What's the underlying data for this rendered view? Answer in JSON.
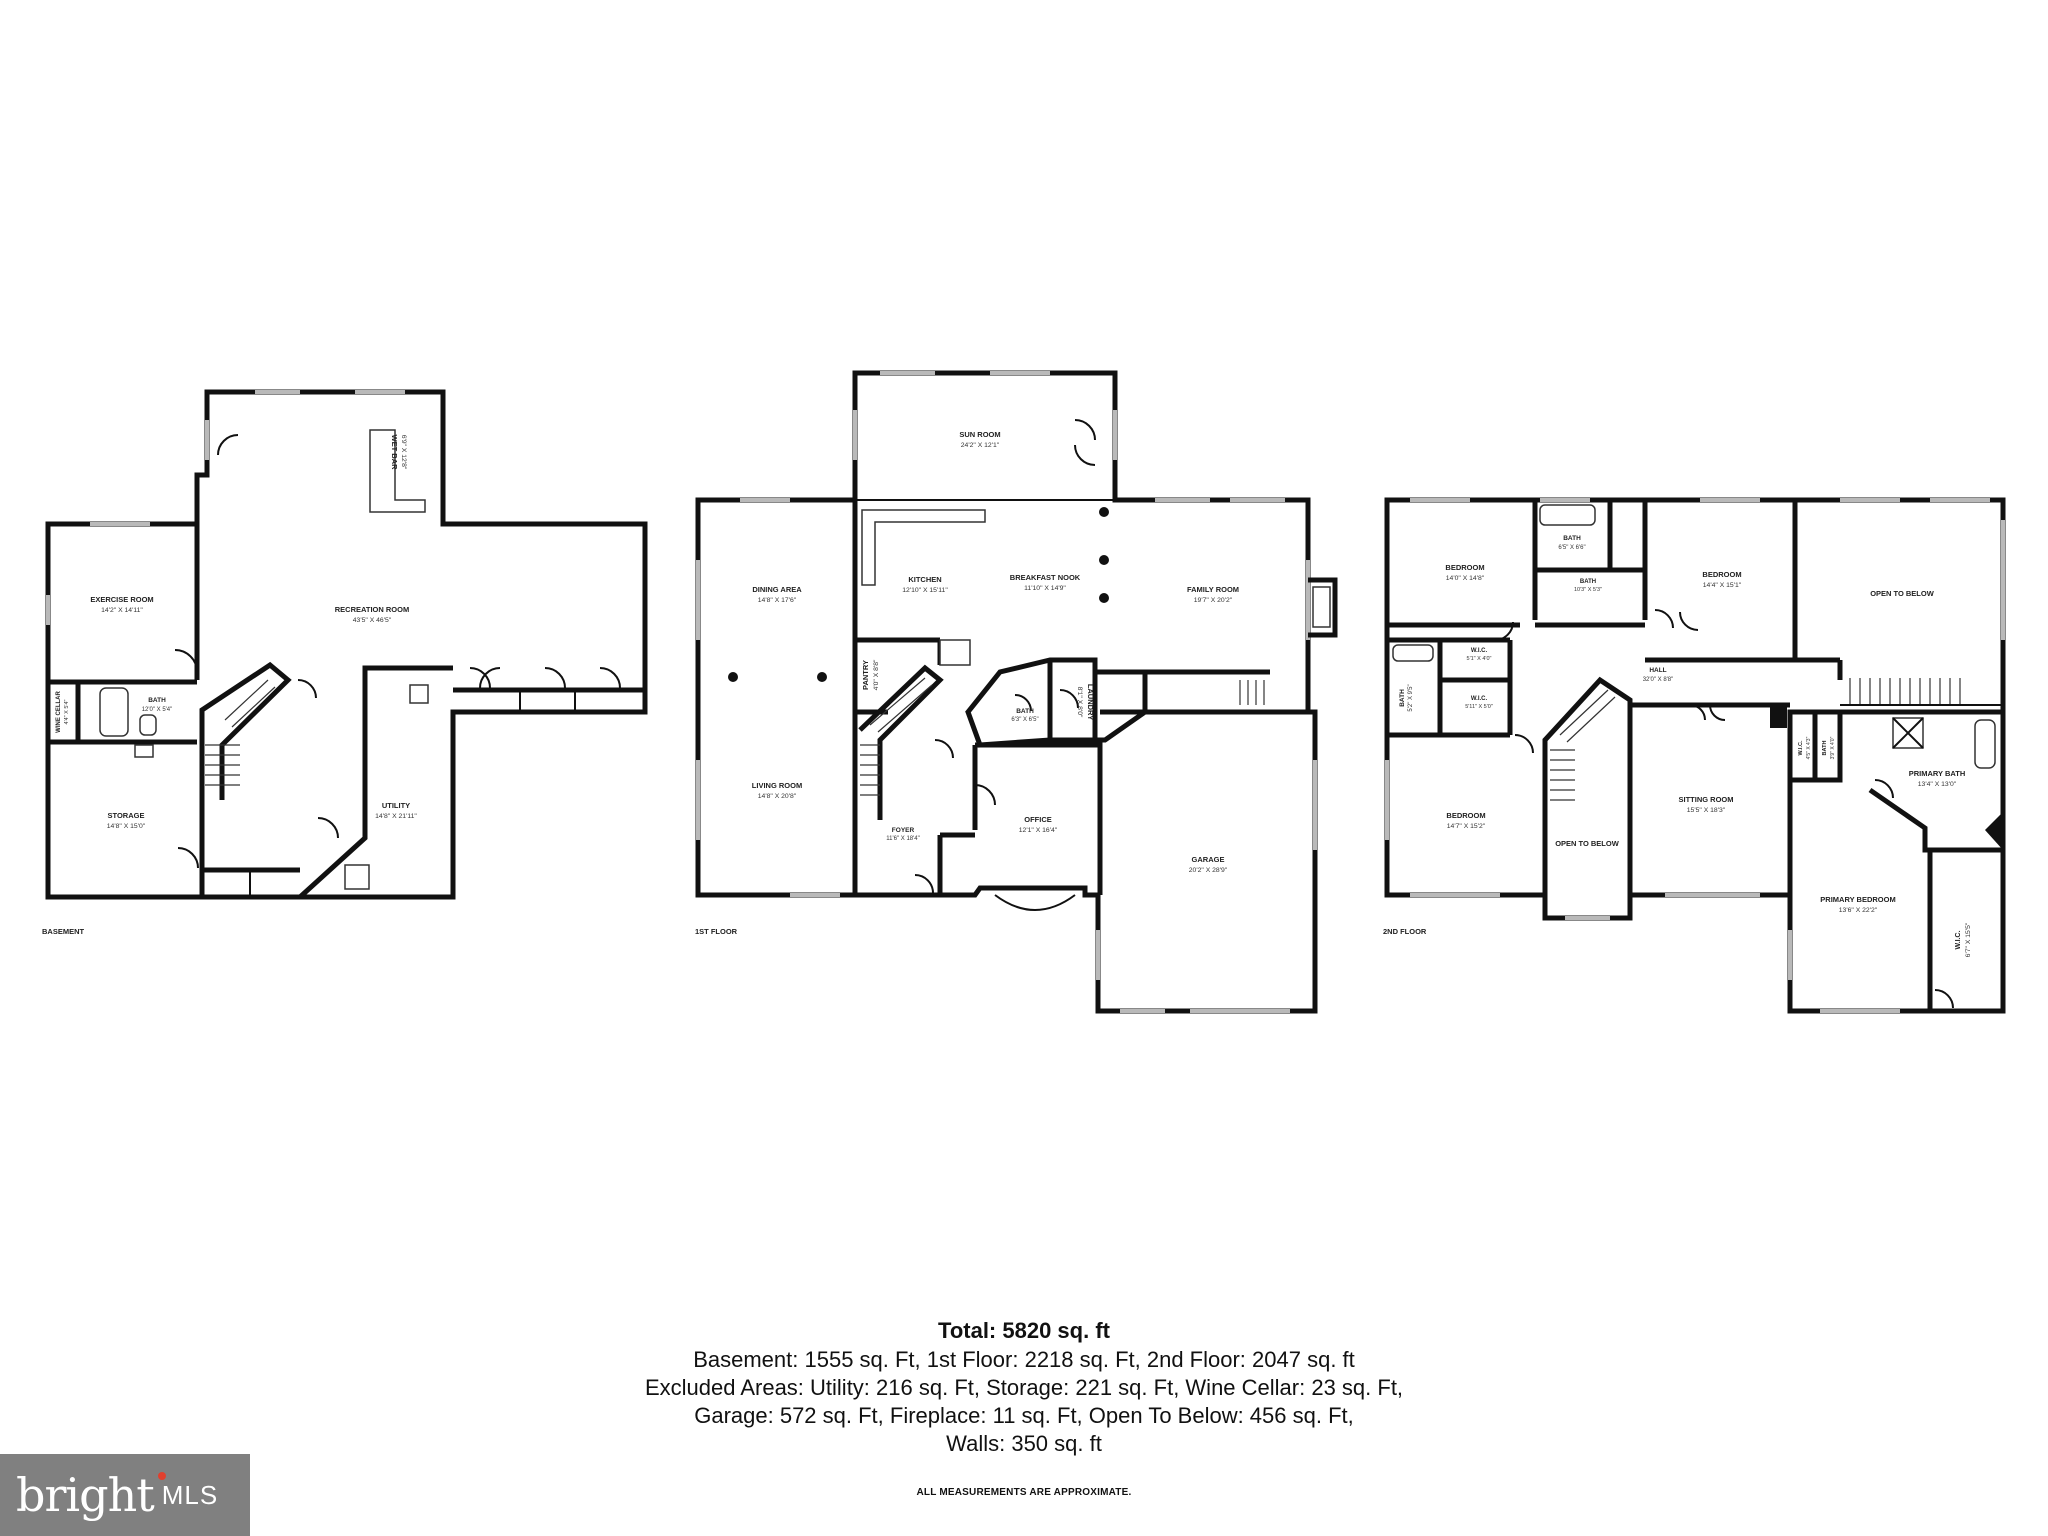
{
  "floors": [
    {
      "label": "BASEMENT",
      "rooms": [
        {
          "name": "WET BAR",
          "dim": "6'9\" X 12'8\""
        },
        {
          "name": "EXERCISE ROOM",
          "dim": "14'2\" X 14'11\""
        },
        {
          "name": "RECREATION ROOM",
          "dim": "43'5\" X 46'5\""
        },
        {
          "name": "WINE CELLAR",
          "dim": "4'4\" X 5'4\""
        },
        {
          "name": "BATH",
          "dim": "12'0\" X 5'4\""
        },
        {
          "name": "STORAGE",
          "dim": "14'8\" X 15'0\""
        },
        {
          "name": "UTILITY",
          "dim": "14'8\" X 21'11\""
        }
      ]
    },
    {
      "label": "1ST FLOOR",
      "rooms": [
        {
          "name": "SUN ROOM",
          "dim": "24'2\" X 12'1\""
        },
        {
          "name": "DINING AREA",
          "dim": "14'8\" X 17'6\""
        },
        {
          "name": "KITCHEN",
          "dim": "12'10\" X 15'11\""
        },
        {
          "name": "BREAKFAST NOOK",
          "dim": "11'10\" X 14'9\""
        },
        {
          "name": "FAMILY ROOM",
          "dim": "19'7\" X 20'2\""
        },
        {
          "name": "PANTRY",
          "dim": "4'0\" X 8'8\""
        },
        {
          "name": "BATH",
          "dim": "6'3\" X 6'5\""
        },
        {
          "name": "LAUNDRY",
          "dim": "8'1\" X 8'0\""
        },
        {
          "name": "LIVING ROOM",
          "dim": "14'8\" X 20'8\""
        },
        {
          "name": "FOYER",
          "dim": "11'6\" X 18'4\""
        },
        {
          "name": "OFFICE",
          "dim": "12'1\" X 16'4\""
        },
        {
          "name": "GARAGE",
          "dim": "20'2\" X 28'9\""
        }
      ]
    },
    {
      "label": "2ND FLOOR",
      "rooms": [
        {
          "name": "BEDROOM",
          "dim": "14'0\" X 14'8\""
        },
        {
          "name": "BATH",
          "dim": "6'5\" X 6'6\""
        },
        {
          "name": "BATH",
          "dim": "10'3\" X 5'3\""
        },
        {
          "name": "BEDROOM",
          "dim": "14'4\" X 15'1\""
        },
        {
          "name": "OPEN TO BELOW",
          "dim": ""
        },
        {
          "name": "W.I.C.",
          "dim": "5'1\" X 4'0\""
        },
        {
          "name": "HALL",
          "dim": "32'0\" X 8'8\""
        },
        {
          "name": "BATH",
          "dim": "5'2\" X 9'5\""
        },
        {
          "name": "W.I.C.",
          "dim": "5'11\" X 5'0\""
        },
        {
          "name": "W.I.C.",
          "dim": "4'5\" X 4'3\""
        },
        {
          "name": "BATH",
          "dim": "3'9\" X 4'0\""
        },
        {
          "name": "PRIMARY BATH",
          "dim": "13'4\" X 13'0\""
        },
        {
          "name": "BEDROOM",
          "dim": "14'7\" X 15'2\""
        },
        {
          "name": "OPEN TO BELOW",
          "dim": ""
        },
        {
          "name": "SITTING ROOM",
          "dim": "15'5\" X 18'3\""
        },
        {
          "name": "PRIMARY BEDROOM",
          "dim": "13'6\" X 22'2\""
        },
        {
          "name": "W.I.C.",
          "dim": "6'7\" X 15'5\""
        }
      ]
    }
  ],
  "summary": {
    "total": "Total: 5820 sq. ft",
    "lines": [
      "Basement: 1555 sq. Ft, 1st Floor: 2218 sq. Ft, 2nd Floor: 2047 sq. ft",
      "Excluded Areas: Utility: 216 sq. Ft, Storage: 221 sq. Ft, Wine Cellar: 23 sq. Ft,",
      "Garage: 572 sq. Ft, Fireplace: 11 sq. Ft, Open To Below: 456 sq. Ft,",
      "Walls: 350 sq. ft"
    ]
  },
  "disclaimer": "ALL MEASUREMENTS ARE APPROXIMATE.",
  "logo": {
    "brand": "bright",
    "suffix": "MLS",
    "accent_color": "#e0402e",
    "bg_color": "#808080"
  }
}
